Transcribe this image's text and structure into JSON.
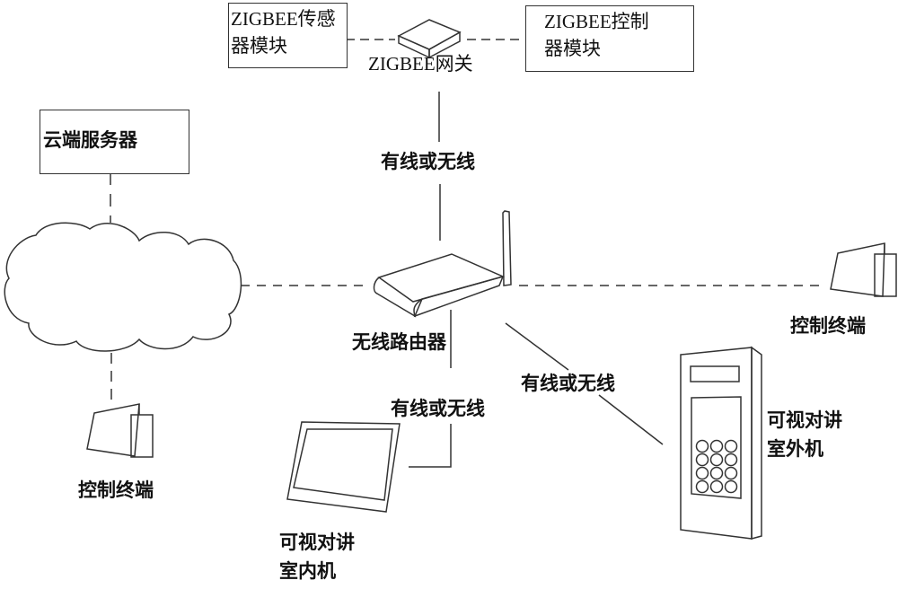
{
  "diagram": {
    "nodes": {
      "zigbee_sensor": {
        "line1": "ZIGBEE传感",
        "line2": "器模块"
      },
      "zigbee_gateway": {
        "label": "ZIGBEE网关"
      },
      "zigbee_controller": {
        "line1": "ZIGBEE控制",
        "line2": "器模块"
      },
      "cloud_server": {
        "label": "云端服务器"
      },
      "cloud": {
        "label": ""
      },
      "router": {
        "label": "无线路由器"
      },
      "control_terminal_left": {
        "label": "控制终端"
      },
      "control_terminal_right": {
        "label": "控制终端"
      },
      "indoor_unit": {
        "line1": "可视对讲",
        "line2": "室内机"
      },
      "outdoor_unit": {
        "line1": "可视对讲",
        "line2": "室外机"
      }
    },
    "edges": {
      "gateway_router": {
        "label": "有线或无线"
      },
      "router_indoor": {
        "label": "有线或无线"
      },
      "router_outdoor": {
        "label": "有线或无线"
      }
    },
    "colors": {
      "line": "#333333",
      "text": "#111111",
      "background": "#ffffff"
    }
  }
}
